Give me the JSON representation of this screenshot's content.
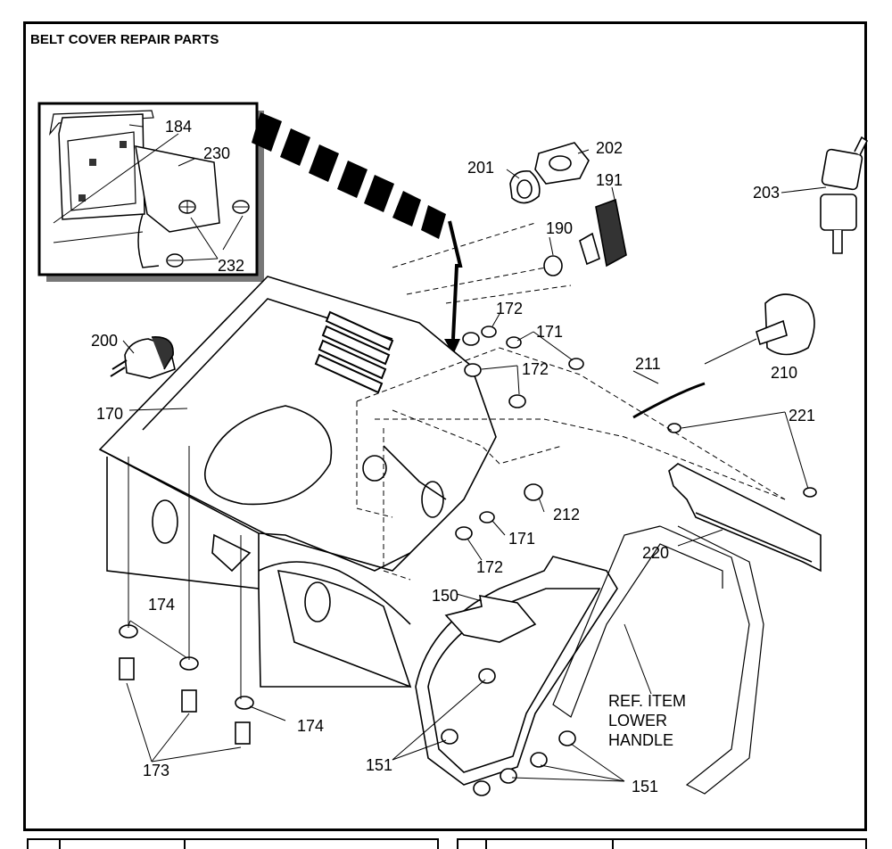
{
  "heading": "BELT COVER REPAIR PARTS",
  "labels": {
    "p150": "150",
    "p151a": "151",
    "p151b": "151",
    "p170": "170",
    "p171a": "171",
    "p171b": "171",
    "p172a": "172",
    "p172b": "172",
    "p172c": "172",
    "p173": "173",
    "p174a": "174",
    "p174b": "174",
    "p184": "184",
    "p190": "190",
    "p191": "191",
    "p200": "200",
    "p201": "201",
    "p202": "202",
    "p203": "203",
    "p210": "210",
    "p211": "211",
    "p212": "212",
    "p220": "220",
    "p221": "221",
    "p230": "230",
    "p232": "232",
    "ref_line1": "REF. ITEM",
    "ref_line2": "LOWER",
    "ref_line3": "HANDLE"
  }
}
